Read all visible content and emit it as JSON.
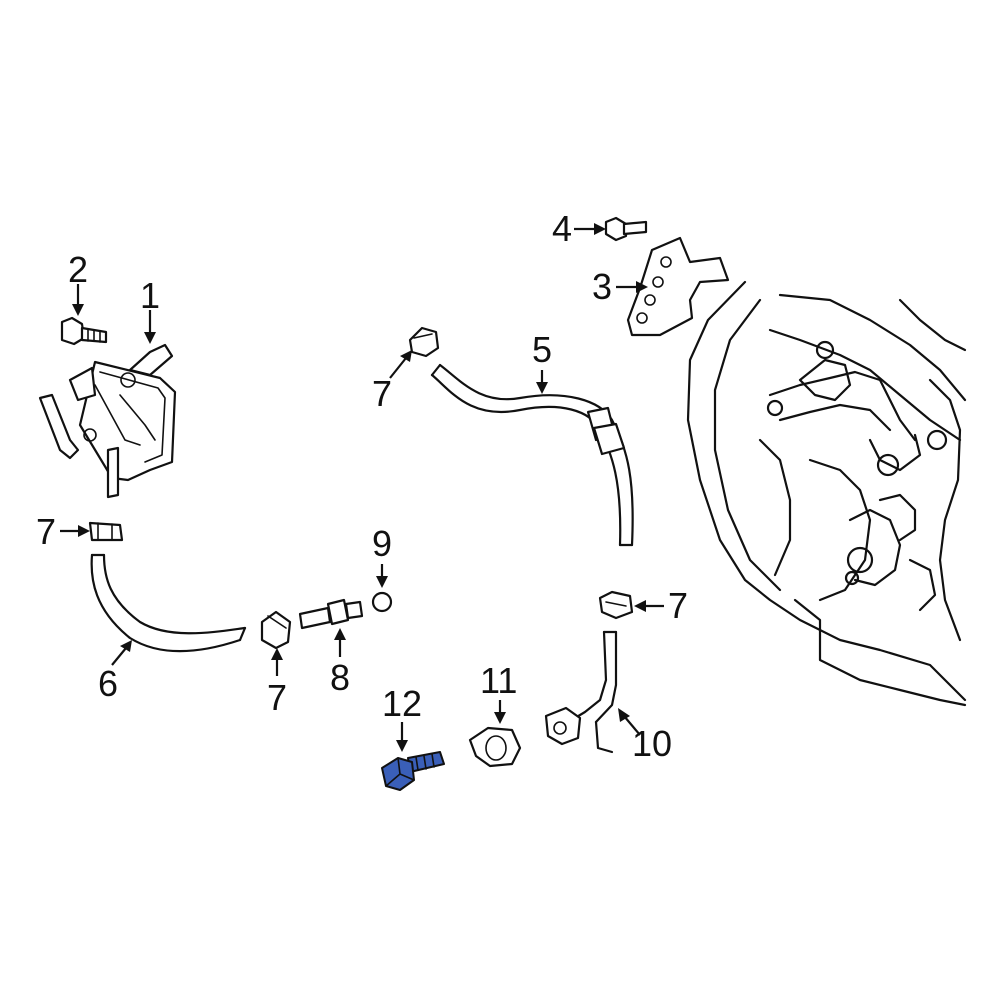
{
  "highlight_color": "#3a5fb8",
  "callouts": {
    "c1": "1",
    "c2": "2",
    "c3": "3",
    "c4": "4",
    "c5": "5",
    "c6": "6",
    "c7a": "7",
    "c7b": "7",
    "c7c": "7",
    "c7d": "7",
    "c8": "8",
    "c9": "9",
    "c10": "10",
    "c11": "11",
    "c12": "12"
  },
  "parts": [
    {
      "name": "oil-cooler"
    },
    {
      "name": "cooler-bolt"
    },
    {
      "name": "bracket"
    },
    {
      "name": "bracket-bolt"
    },
    {
      "name": "upper-hose"
    },
    {
      "name": "lower-hose"
    },
    {
      "name": "hose-clamp"
    },
    {
      "name": "fitting"
    },
    {
      "name": "o-ring"
    },
    {
      "name": "pipe"
    },
    {
      "name": "gasket"
    },
    {
      "name": "union-bolt",
      "highlighted": true
    }
  ]
}
